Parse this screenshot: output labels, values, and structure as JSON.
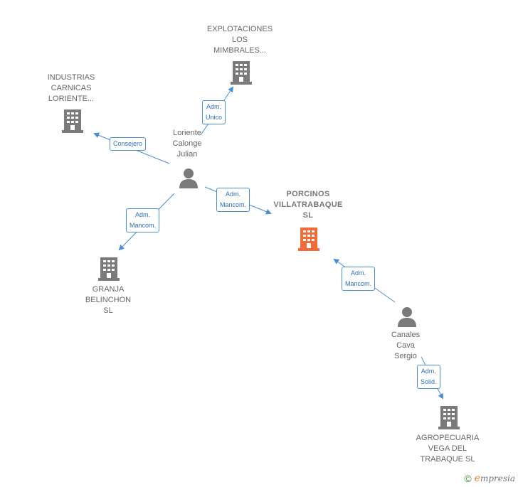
{
  "nodes": {
    "explotaciones": {
      "label": "EXPLOTACIONES\nLOS\nMIMBRALES...",
      "kind": "company"
    },
    "industrias": {
      "label": "INDUSTRIAS\nCARNICAS\nLORIENTE...",
      "kind": "company"
    },
    "loriente": {
      "label": "Loriente\nCalonge\nJulian",
      "kind": "person"
    },
    "porcinos": {
      "label": "PORCINOS\nVILLATRABAQUE\nSL",
      "kind": "company-main"
    },
    "granja": {
      "label": "GRANJA\nBELINCHON\nSL",
      "kind": "company"
    },
    "canales": {
      "label": "Canales\nCava\nSergio",
      "kind": "person"
    },
    "agropecuaria": {
      "label": "AGROPECUARIA\nVEGA DEL\nTRABAQUE  SL",
      "kind": "company"
    }
  },
  "edges": {
    "adm_unico": "Adm.\nUnico",
    "consejero": "Consejero",
    "adm_mancom_porcinos": "Adm.\nMancom.",
    "adm_mancom_granja": "Adm.\nMancom.",
    "adm_mancom_canales": "Adm.\nMancom.",
    "adm_solid": "Adm.\nSolid."
  },
  "colors": {
    "company": "#7a7a7a",
    "company_main": "#f26b38",
    "person": "#7a7a7a",
    "edge": "#4a8fd6"
  },
  "footer": {
    "copyright": "©",
    "brand_first": "e",
    "brand_rest": "mpresia"
  }
}
